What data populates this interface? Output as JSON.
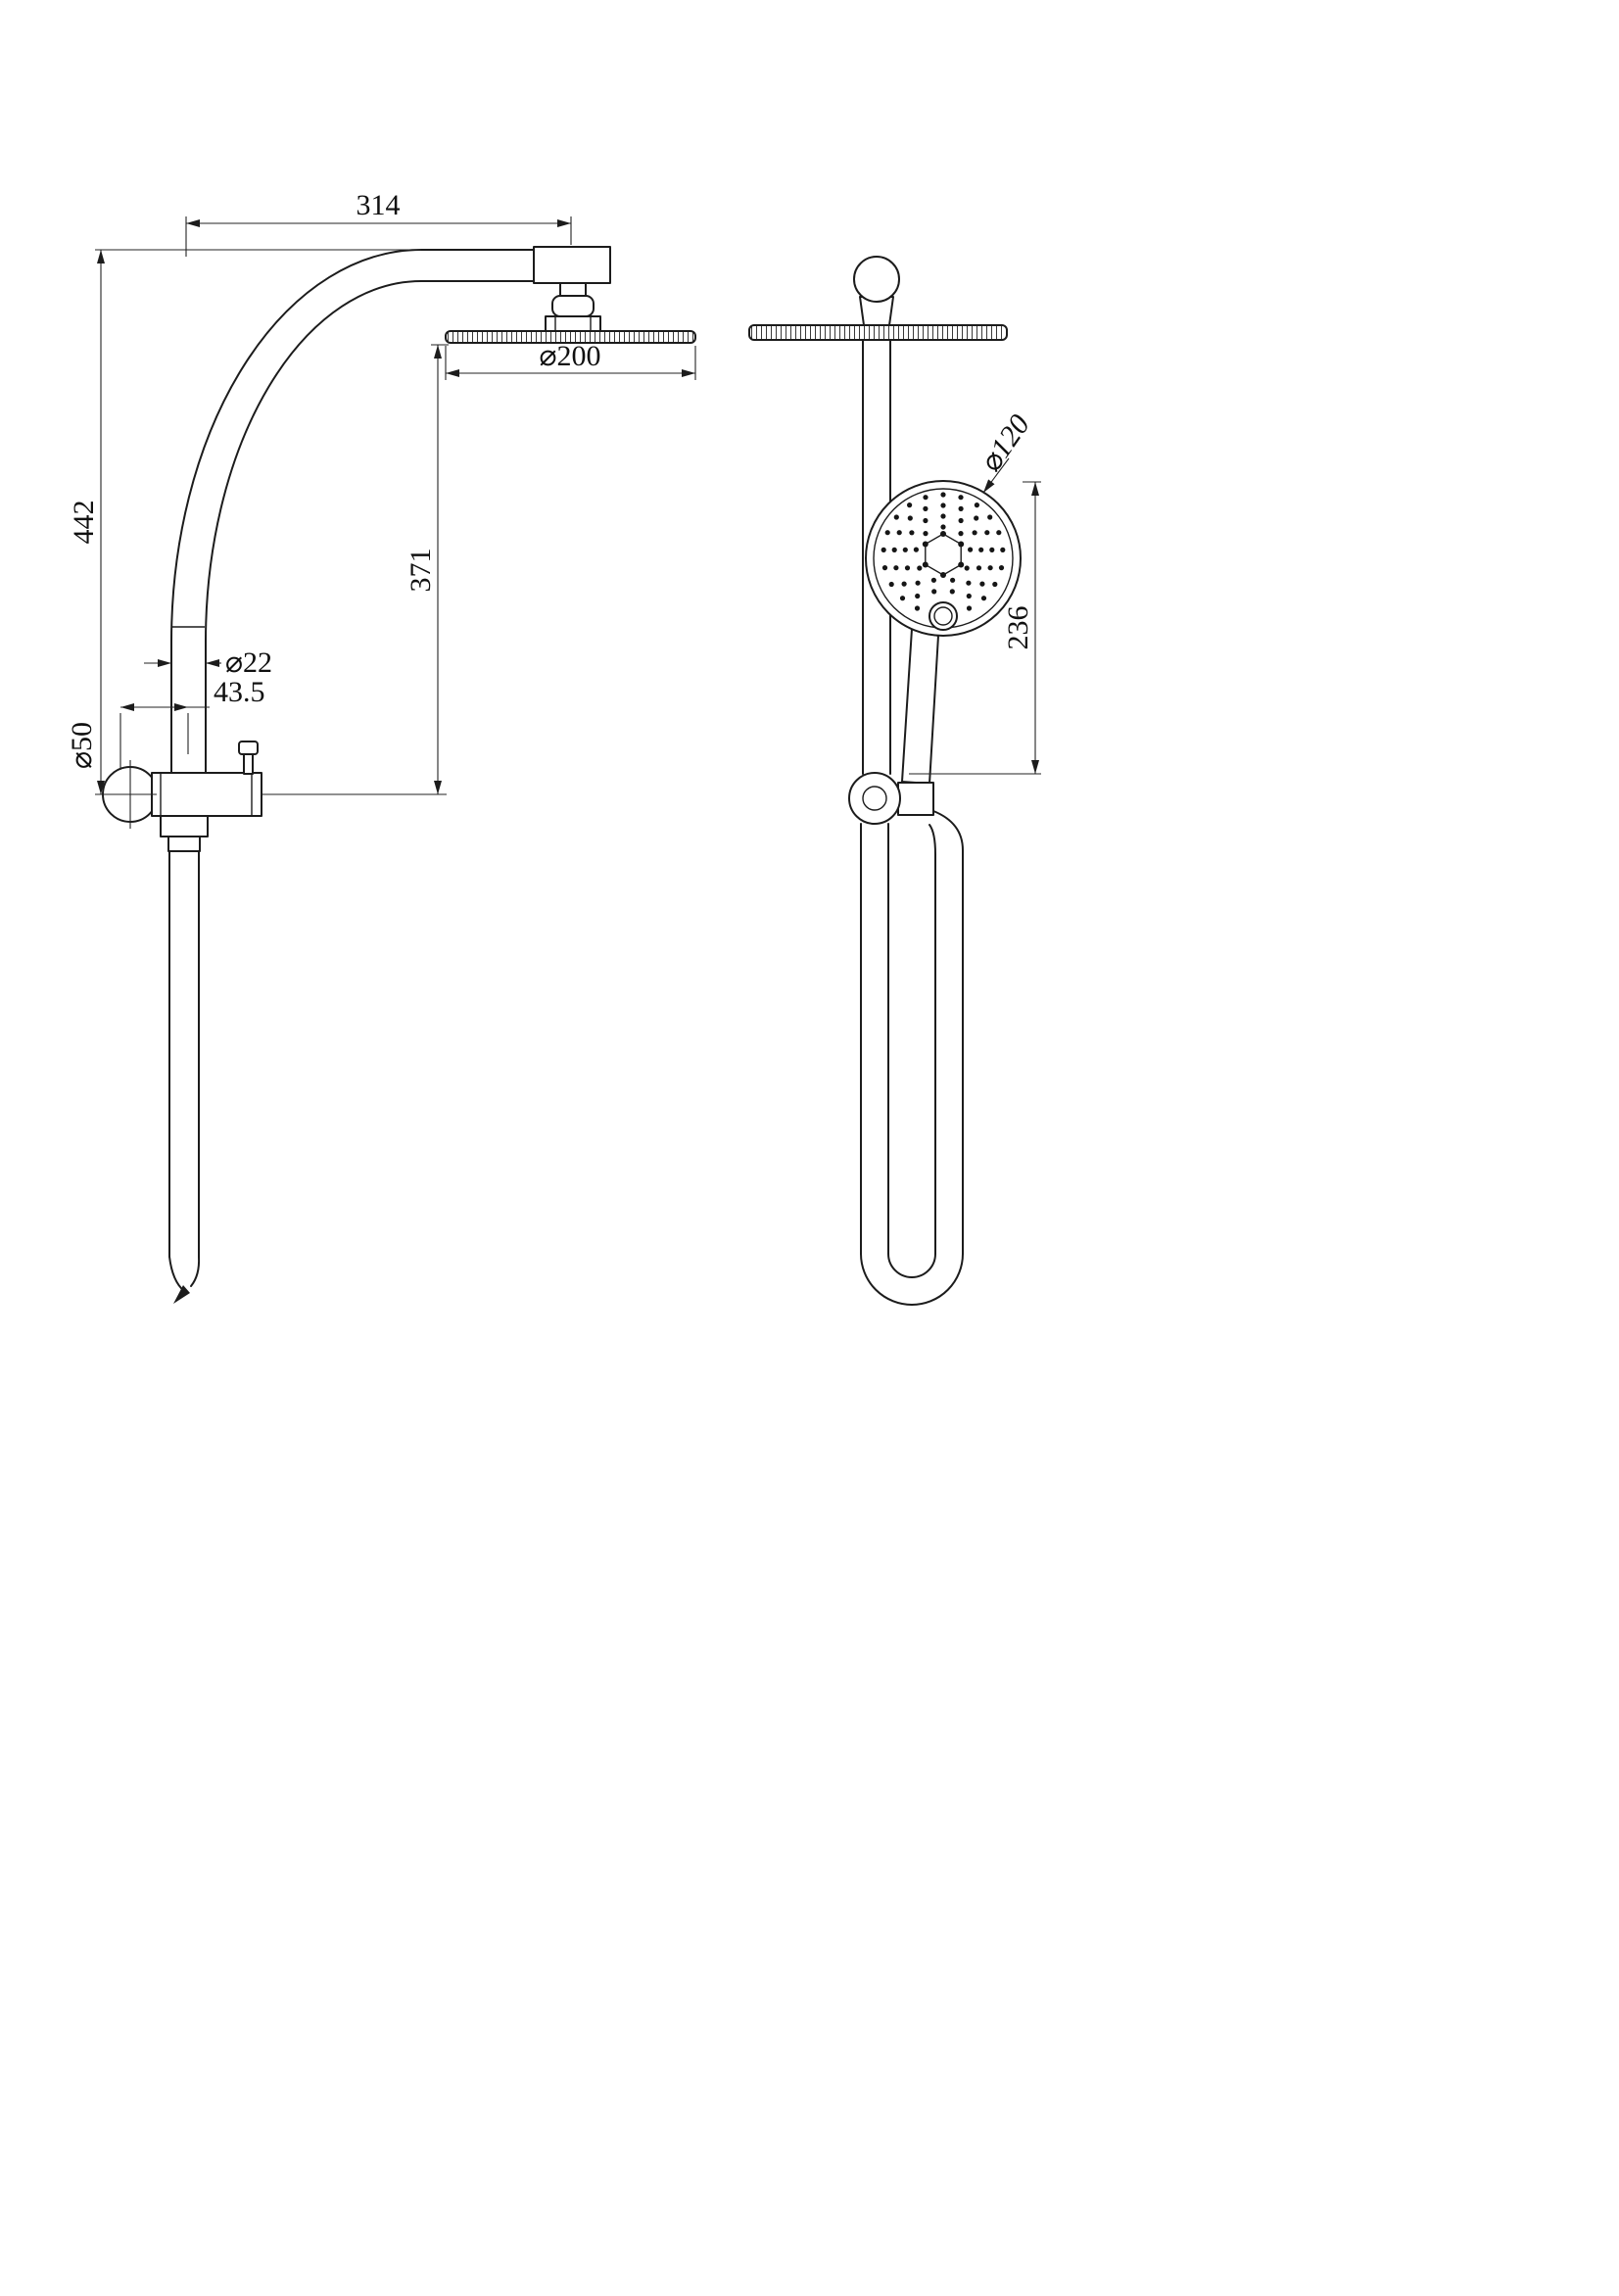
{
  "drawing": {
    "side": {
      "arm_reach": "314",
      "height": "442",
      "head_diameter": "⌀200",
      "head_drop": "371",
      "pipe_diameter": "⌀22",
      "wall_offset": "43.5",
      "flange_diameter": "⌀50"
    },
    "front": {
      "hand_shower_diameter": "⌀120",
      "hand_shower_span": "236"
    },
    "colors": {
      "line": "#1c1c1c",
      "background": "#ffffff"
    }
  }
}
